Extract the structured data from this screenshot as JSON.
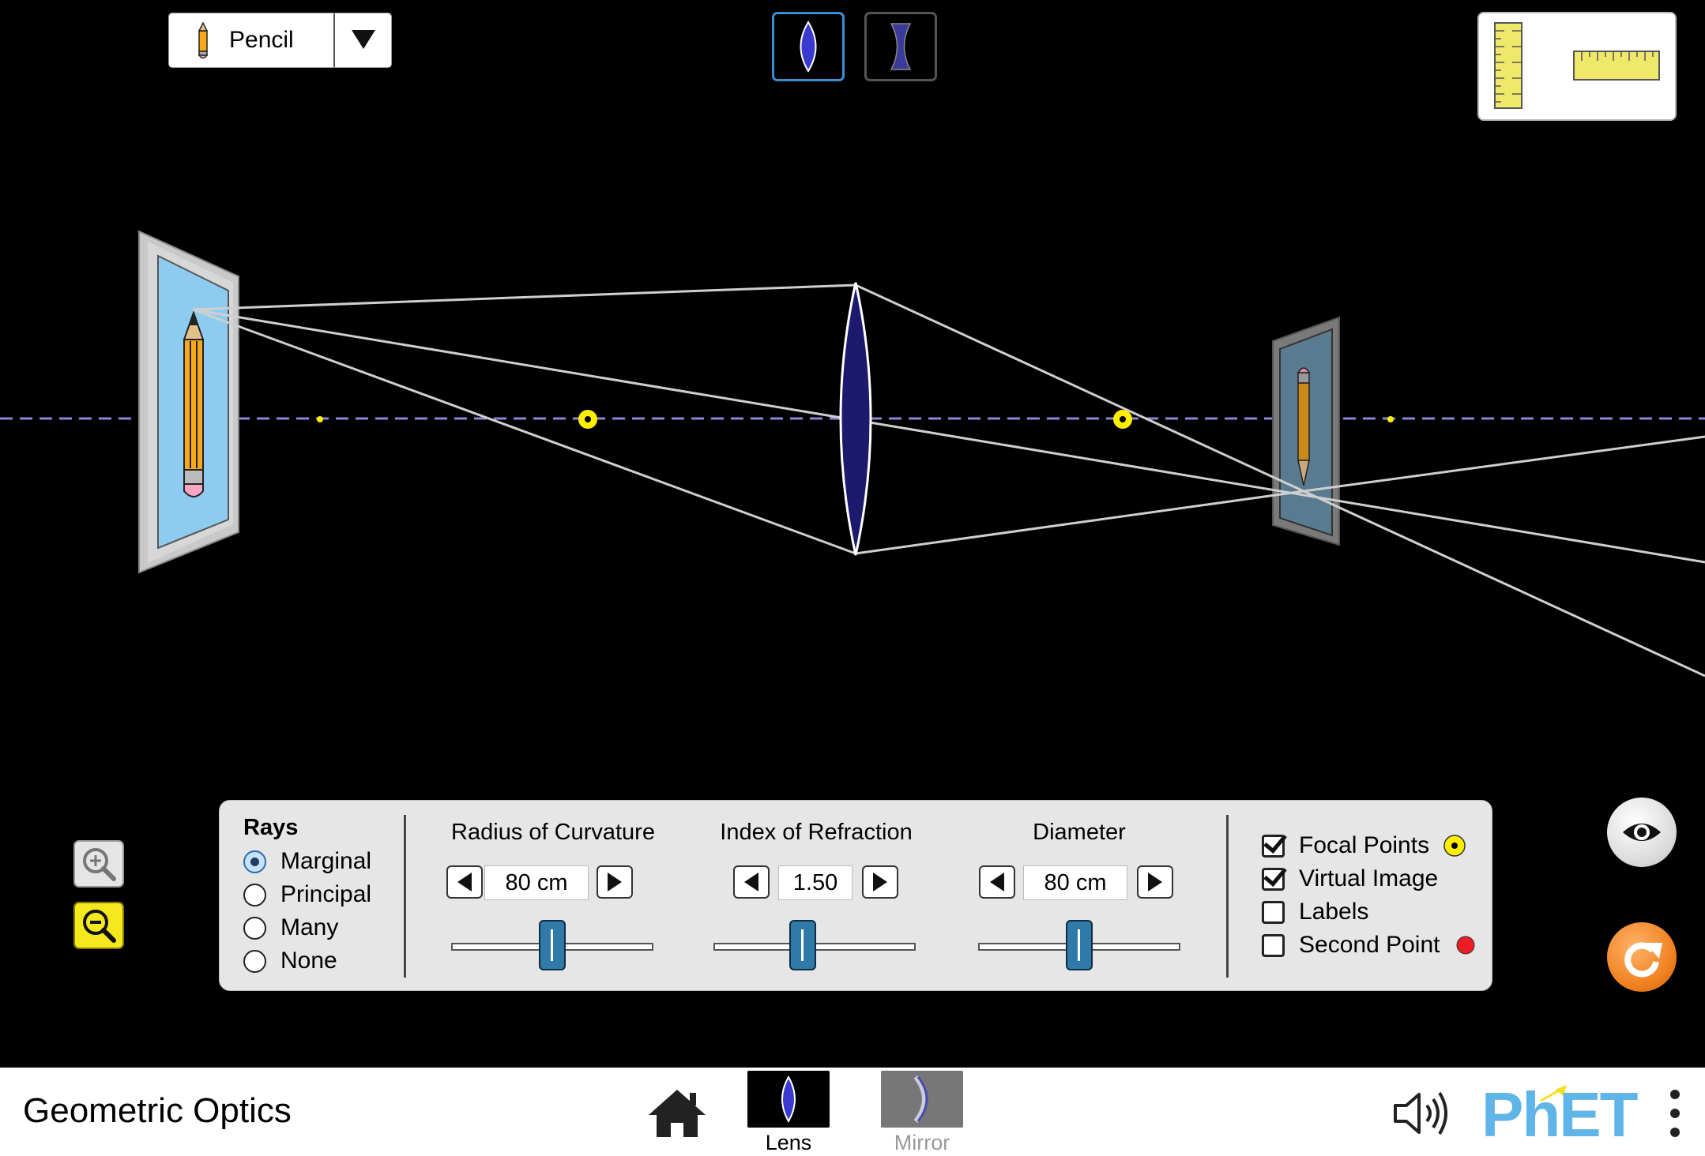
{
  "object_selector": {
    "label": "Pencil",
    "icon": "pencil-icon"
  },
  "lens_types": [
    {
      "name": "convex-lens",
      "selected": true
    },
    {
      "name": "concave-lens",
      "selected": false
    }
  ],
  "toolbox": {
    "icons": [
      "vertical-ruler-icon",
      "horizontal-ruler-icon"
    ]
  },
  "controls": {
    "rays": {
      "title": "Rays",
      "options": [
        "Marginal",
        "Principal",
        "Many",
        "None"
      ],
      "selected": "Marginal"
    },
    "radius": {
      "title": "Radius of Curvature",
      "value": "80 cm",
      "slider_fraction": 0.5
    },
    "index": {
      "title": "Index of Refraction",
      "value": "1.50",
      "slider_fraction": 0.43
    },
    "diameter": {
      "title": "Diameter",
      "value": "80 cm",
      "slider_fraction": 0.5
    },
    "checks": [
      {
        "label": "Focal Points",
        "checked": true
      },
      {
        "label": "Virtual Image",
        "checked": true
      },
      {
        "label": "Labels",
        "checked": false
      },
      {
        "label": "Second Point",
        "checked": false
      }
    ]
  },
  "colors": {
    "background": "#000000",
    "focal_point": "#ffee00",
    "optical_axis": "#8a86d6",
    "lens": "#1d1a6e",
    "second_point": "#ee1c24",
    "phet_blue": "#5fb4e8",
    "phet_yellow": "#f6df23",
    "reset_orange": "#f0801e"
  },
  "navbar": {
    "title": "Geometric Optics",
    "tabs": [
      {
        "label": "Lens",
        "selected": true
      },
      {
        "label": "Mirror",
        "selected": false
      }
    ],
    "brand": "PhET"
  }
}
